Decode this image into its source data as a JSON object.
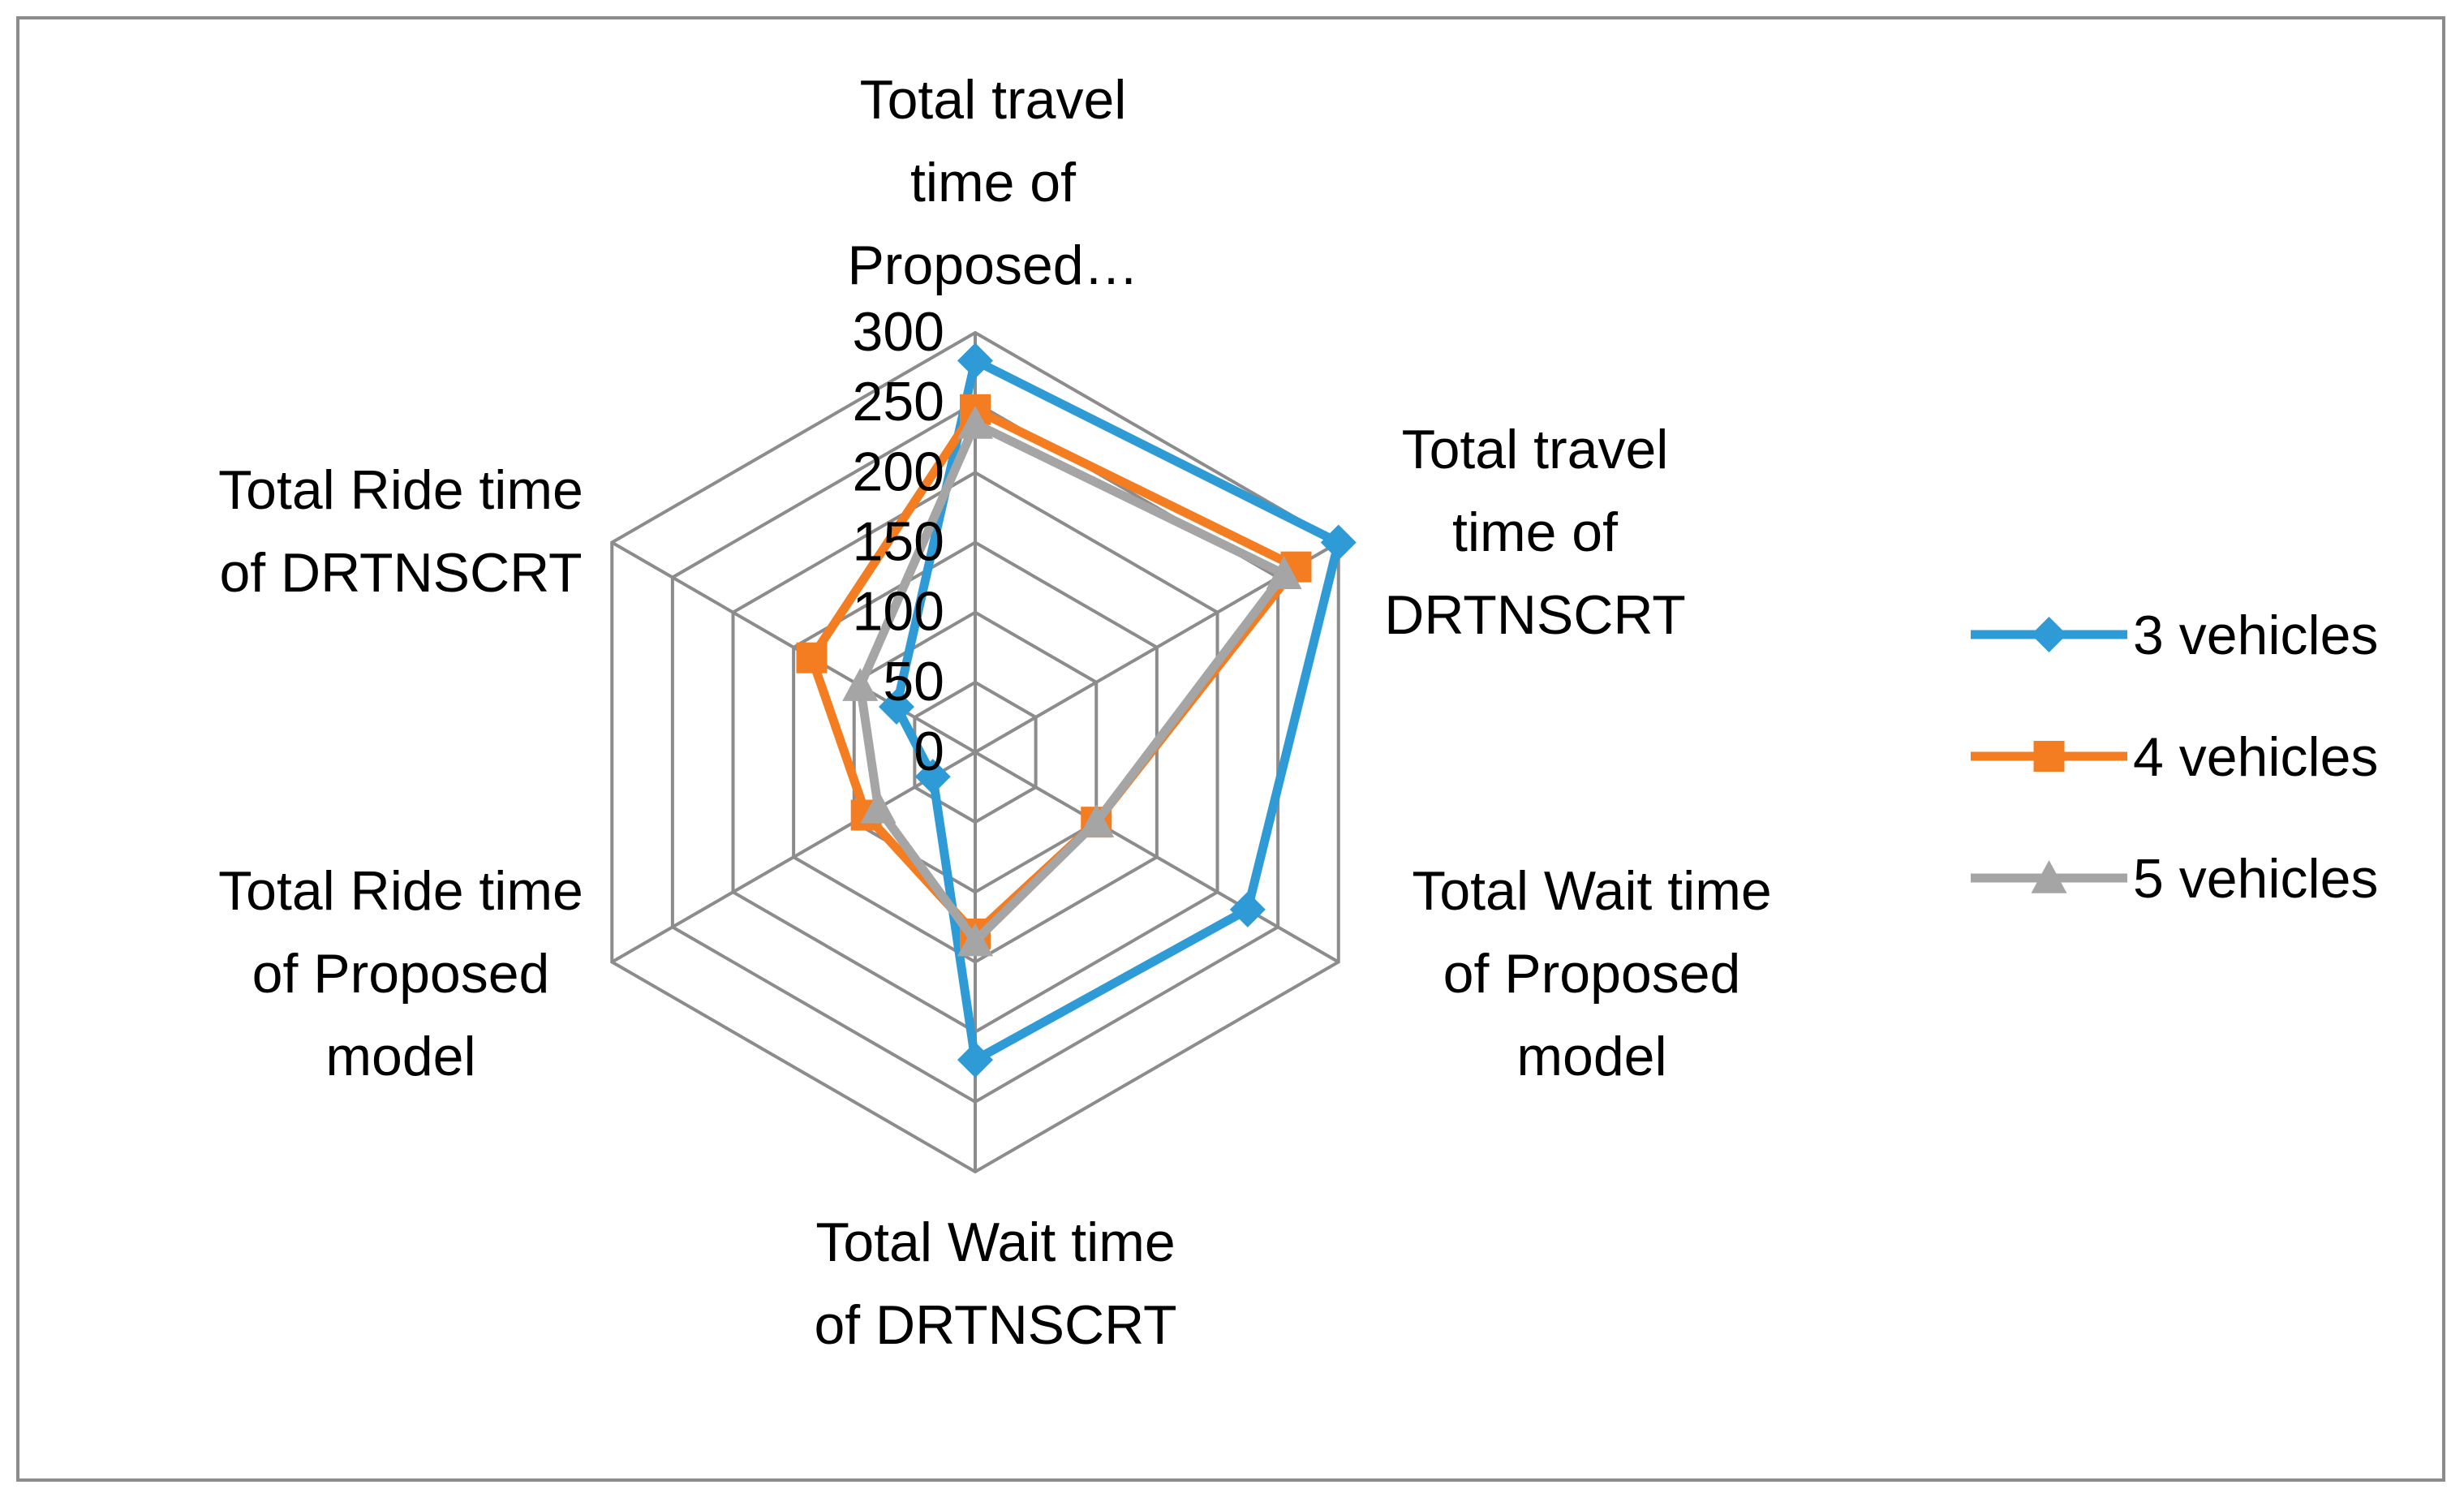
{
  "chart_data": {
    "type": "radar",
    "axes": [
      [
        "Total travel",
        "time of",
        "Proposed…"
      ],
      [
        "Total travel",
        "time of",
        "DRTNSCRT"
      ],
      [
        "Total Wait time",
        "of Proposed",
        "model"
      ],
      [
        "Total Wait time",
        "of DRTNSCRT"
      ],
      [
        "Total Ride time",
        "of Proposed",
        "model"
      ],
      [
        "Total Ride time",
        "of DRTNSCRT"
      ]
    ],
    "ticks": [
      "0",
      "50",
      "100",
      "150",
      "200",
      "250",
      "300"
    ],
    "rmax": 300,
    "grid": true,
    "legend_position": "right",
    "series": [
      {
        "name": "3 vehicles",
        "color": "#2e9bd6",
        "marker": "diamond",
        "values": [
          280,
          300,
          225,
          220,
          35,
          65
        ]
      },
      {
        "name": "4 vehicles",
        "color": "#f47d22",
        "marker": "square",
        "values": [
          245,
          265,
          100,
          130,
          90,
          135
        ]
      },
      {
        "name": "5 vehicles",
        "color": "#a5a5a5",
        "marker": "triangle",
        "values": [
          235,
          255,
          100,
          135,
          80,
          95
        ]
      }
    ]
  }
}
